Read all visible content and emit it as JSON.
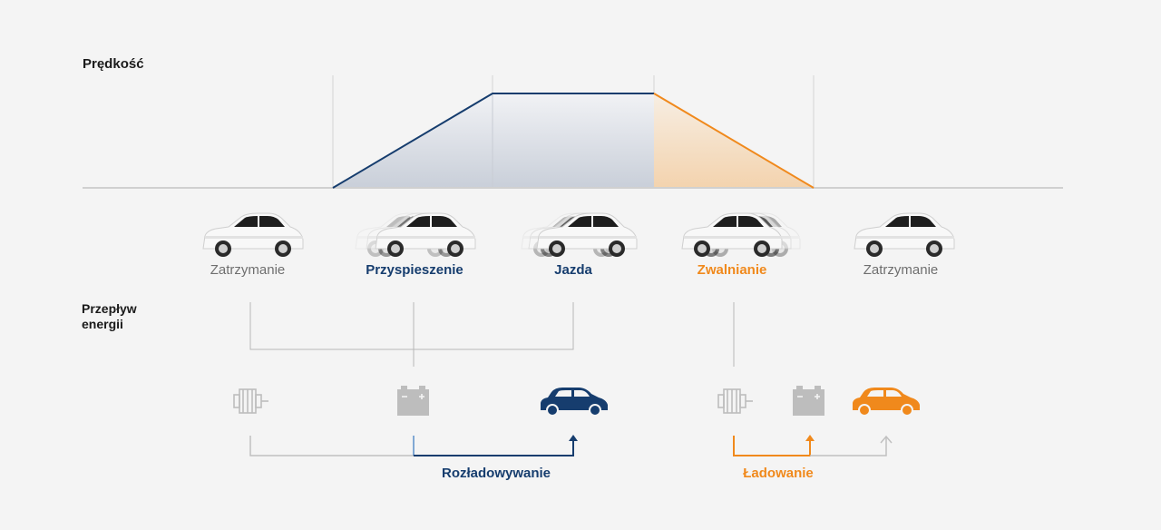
{
  "labels": {
    "speed": "Prędkość",
    "energy_flow_line1": "Przepływ",
    "energy_flow_line2": "energii"
  },
  "phases": [
    {
      "label": "Zatrzymanie",
      "color": "#6f6f6f"
    },
    {
      "label": "Przyspieszenie",
      "color": "#163d6e"
    },
    {
      "label": "Jazda",
      "color": "#163d6e"
    },
    {
      "label": "Zwalnianie",
      "color": "#f0891c"
    },
    {
      "label": "Zatrzymanie",
      "color": "#6f6f6f"
    }
  ],
  "flows": {
    "discharge": "Rozładowywanie",
    "charge": "Ładowanie"
  },
  "icons": [
    "motor-icon",
    "battery-icon",
    "car-icon",
    "motor-icon",
    "battery-icon",
    "car-icon"
  ],
  "colors": {
    "navy": "#163d6e",
    "orange": "#f0891c",
    "gray": "#b5b5b5",
    "light_blue": "#5b8fc9",
    "background": "#f4f4f4"
  }
}
